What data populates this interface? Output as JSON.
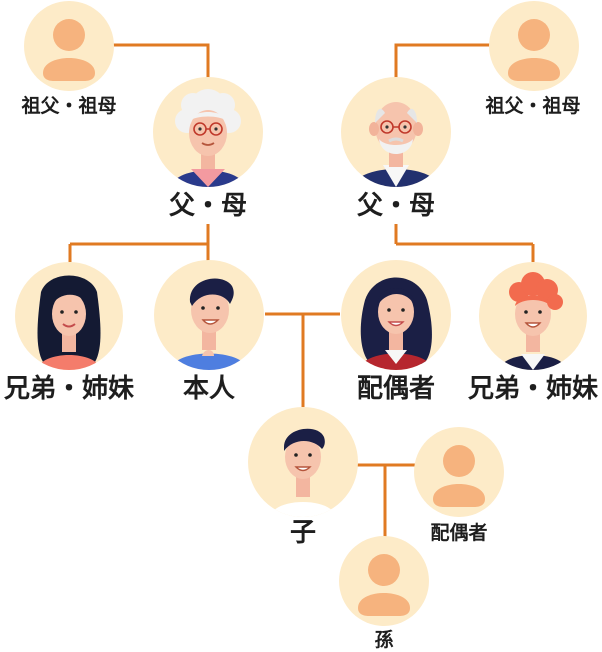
{
  "colors": {
    "connector": "#e07a22",
    "circle_bg": "#fdebc8",
    "placeholder": "#f6b37e",
    "text": "#1e1e1e"
  },
  "labels": {
    "paternal_grandparents": "祖父・祖母",
    "maternal_grandparents": "祖父・祖母",
    "mother_parents": "父・母",
    "father_parents": "父・母",
    "sibling_left": "兄弟・姉妹",
    "self": "本人",
    "spouse": "配偶者",
    "sibling_right": "兄弟・姉妹",
    "child": "子",
    "child_spouse": "配偶者",
    "grandchild": "孫"
  },
  "icons": {
    "placeholder": "person-placeholder-icon",
    "grandmother": "grandmother-avatar-icon",
    "grandfather": "grandfather-avatar-icon",
    "sister": "woman-avatar-icon",
    "self": "man-avatar-icon",
    "spouse": "woman-avatar-icon",
    "brother": "man-avatar-icon",
    "child": "boy-avatar-icon"
  }
}
